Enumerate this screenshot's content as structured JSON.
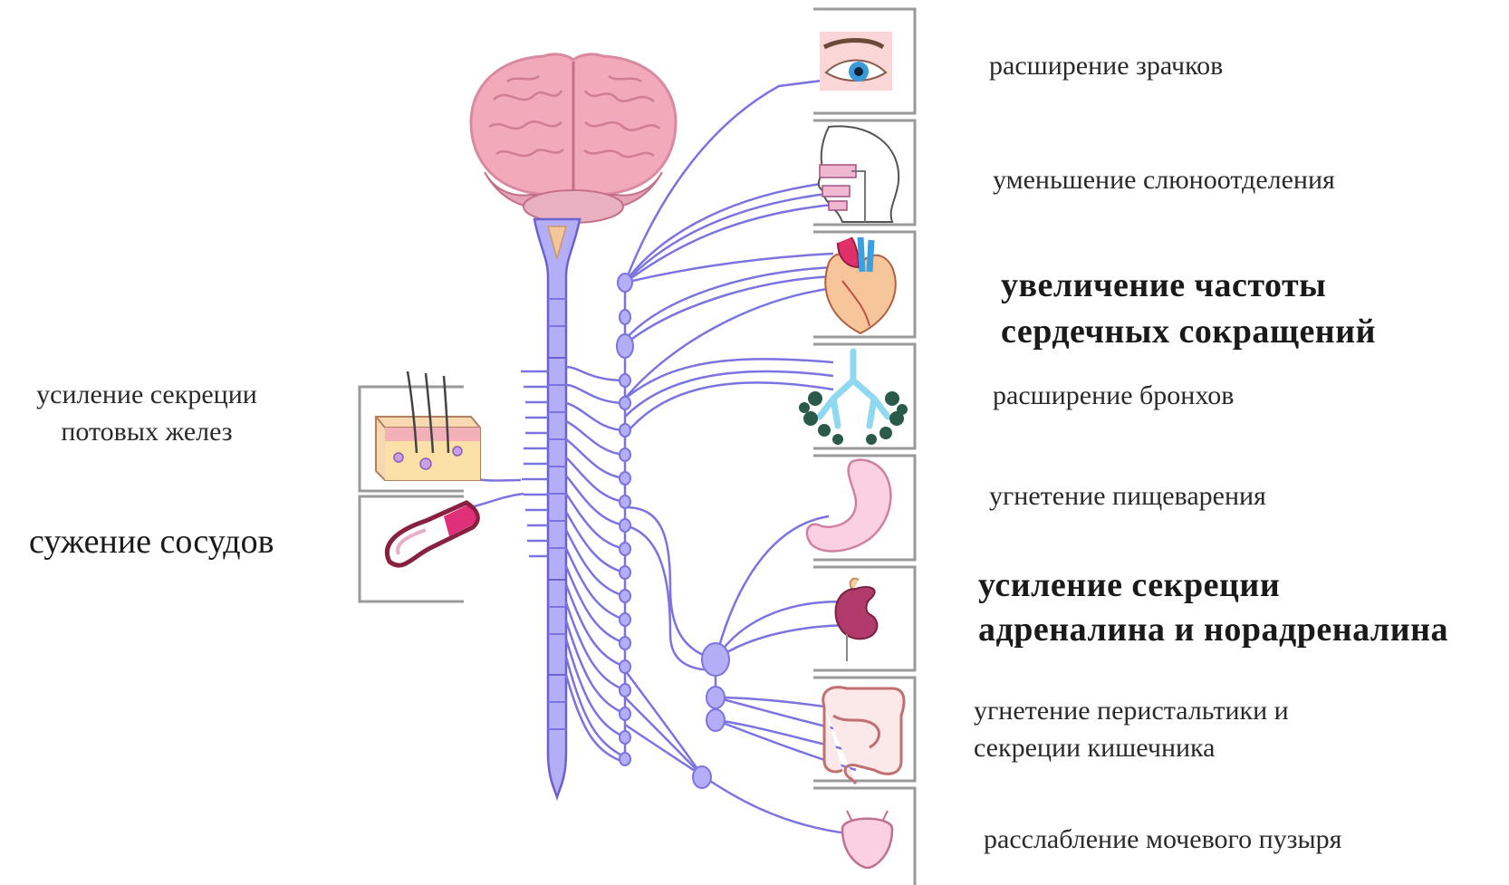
{
  "labels": {
    "pupils": "расширение зрачков",
    "saliva": "уменьшение слюноотделения",
    "heart_1": "увеличение частоты",
    "heart_2": "сердечных сокращений",
    "bronchi": "расширение бронхов",
    "digestion": "угнетение пищеварения",
    "adrenal_1": "усиление секреции",
    "adrenal_2": "адреналина и норадреналина",
    "intestine_1": "угнетение перистальтики и",
    "intestine_2": "секреции кишечника",
    "bladder": "расслабление мочевого пузыря",
    "sweat_1": "усиление секреции",
    "sweat_2": "потовых желез",
    "vessels": "сужение сосудов"
  },
  "colors": {
    "nerve": "#7b73e0",
    "spine_fill": "#b3aef5",
    "spine_stroke": "#6a63cf",
    "brain": "#f2a9b9",
    "brain_dark": "#d98aa0",
    "box_border": "#9a9a9a"
  },
  "icons": [
    "brain-icon",
    "spinal-cord-icon",
    "eye-icon",
    "head-salivary-icon",
    "heart-icon",
    "lungs-icon",
    "stomach-icon",
    "kidney-adrenal-icon",
    "intestine-icon",
    "bladder-icon",
    "skin-sweat-gland-icon",
    "blood-vessel-icon"
  ]
}
